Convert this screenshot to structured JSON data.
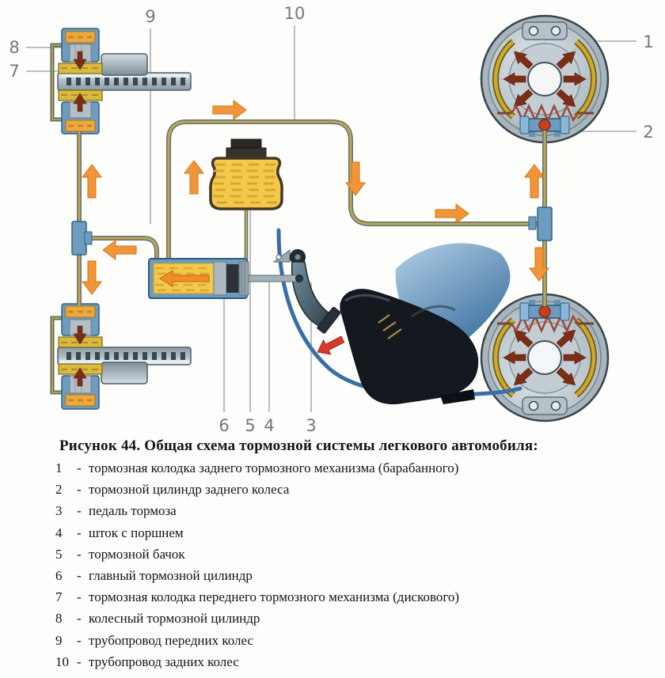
{
  "figure": {
    "title": "Рисунок 44. Общая схема тормозной системы легкового автомобиля:",
    "separator": "-",
    "legend": [
      {
        "num": "1",
        "text": "тормозная колодка заднего тормозного механизма (барабанного)"
      },
      {
        "num": "2",
        "text": "тормозной цилиндр заднего колеса"
      },
      {
        "num": "3",
        "text": "педаль тормоза"
      },
      {
        "num": "4",
        "text": "шток с поршнем"
      },
      {
        "num": "5",
        "text": "тормозной бачок"
      },
      {
        "num": "6",
        "text": "главный тормозной цилиндр"
      },
      {
        "num": "7",
        "text": "тормозная колодка переднего тормозного механизма (дискового)"
      },
      {
        "num": "8",
        "text": "колесный тормозной цилиндр"
      },
      {
        "num": "9",
        "text": "трубопровод передних колес"
      },
      {
        "num": "10",
        "text": "трубопровод задних колес"
      }
    ]
  },
  "diagram": {
    "callouts": {
      "c1": "1",
      "c2": "2",
      "c3": "3",
      "c4": "4",
      "c5": "5",
      "c6": "6",
      "c7": "7",
      "c8": "8",
      "c9": "9",
      "c10": "10"
    },
    "colors": {
      "pipe_fluid": "#c0a74f",
      "pipe_outline": "#5f7278",
      "component_blue": "#6d9cc0",
      "fluid_yellow": "#f3c94c",
      "flow_arrow_orange": "#f2953a",
      "pressure_arrow_dark_red": "#7c2d16",
      "pedal_force_arrow_red": "#d8372b",
      "floor_line_blue": "#3a6ea8"
    }
  }
}
